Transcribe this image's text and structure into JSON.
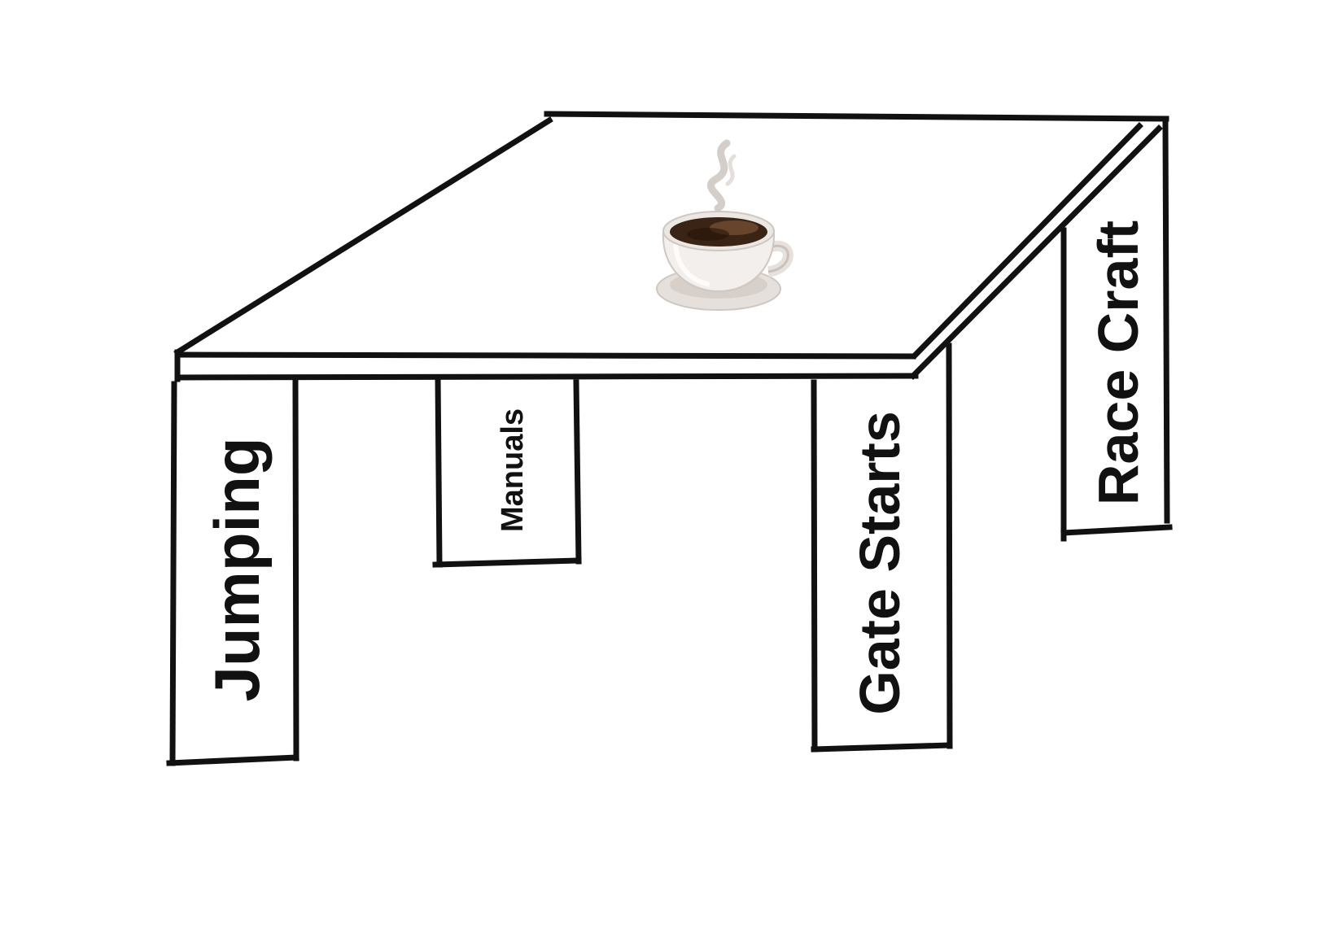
{
  "diagram": {
    "legs": [
      {
        "id": "front-left",
        "label": "Jumping"
      },
      {
        "id": "back-left",
        "label": "Manuals"
      },
      {
        "id": "front-right",
        "label": "Gate Starts"
      },
      {
        "id": "back-right",
        "label": "Race Craft"
      }
    ],
    "tabletop_object": "coffee-cup-icon",
    "colors": {
      "line": "#111111",
      "coffee": "#3a2416",
      "cup": "#f1eeec",
      "cup_shadow": "#c9c1bb",
      "steam": "#c8c2bd"
    }
  }
}
